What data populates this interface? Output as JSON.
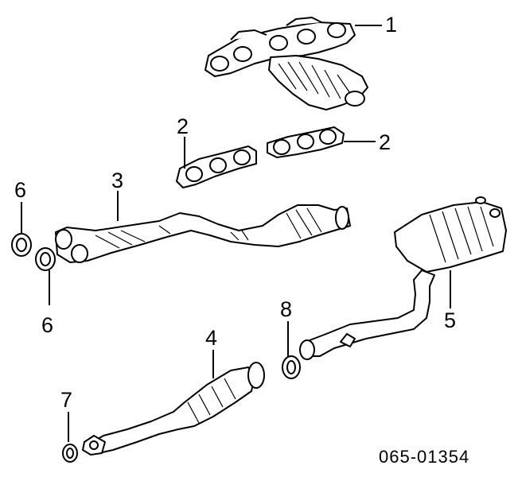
{
  "diagram": {
    "callouts": {
      "manifold": "1",
      "gasket_left": "2",
      "gasket_right": "2",
      "front_pipe": "3",
      "center_pipe": "4",
      "tail_pipe": "5",
      "ring_top": "6",
      "ring_bottom": "6",
      "ring_small": "7",
      "ring_center": "8"
    },
    "drawing_code": "065-01354"
  }
}
